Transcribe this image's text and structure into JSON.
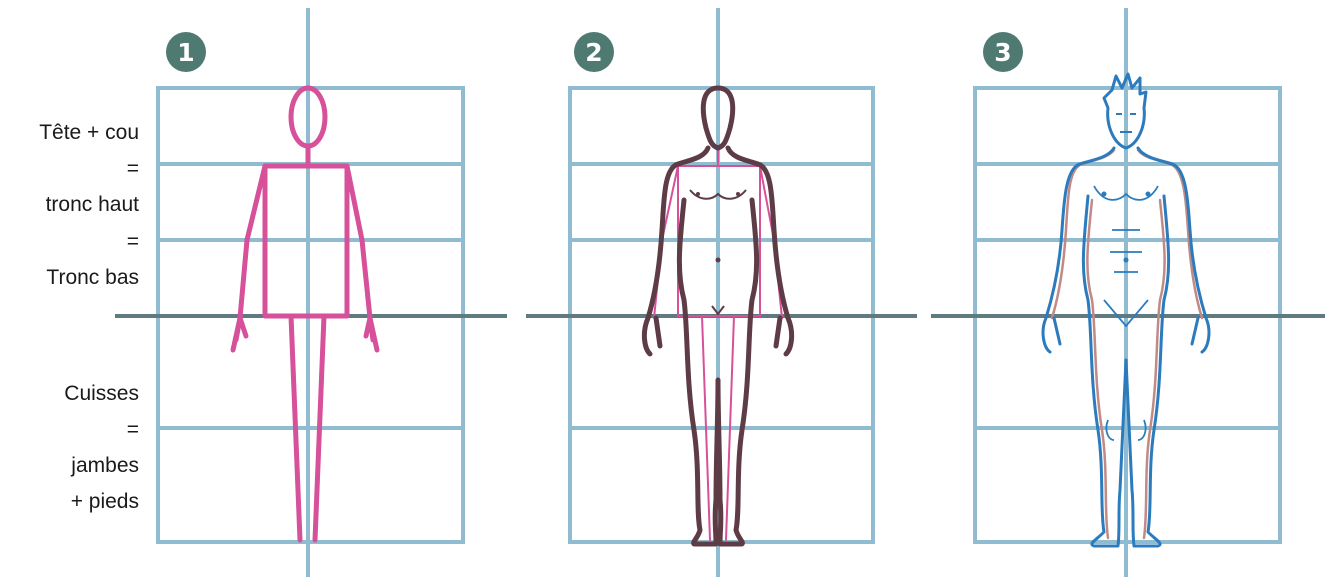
{
  "labels": {
    "upper": [
      "Tête + cou",
      "=",
      "tronc haut",
      "=",
      "Tronc bas"
    ],
    "lower": [
      "Cuisses",
      "=",
      "jambes",
      "+ pieds"
    ]
  },
  "steps": [
    "1",
    "2",
    "3"
  ],
  "colors": {
    "grid": "#8fbcd0",
    "axis": "#5f7a80",
    "badge": "#4f7a72",
    "step1": "#d6509a",
    "step2_outline": "#5e3c46",
    "step2_guide": "#d6509a",
    "step3_outline": "#2b7bbd",
    "step3_guide": "#c08a86"
  }
}
